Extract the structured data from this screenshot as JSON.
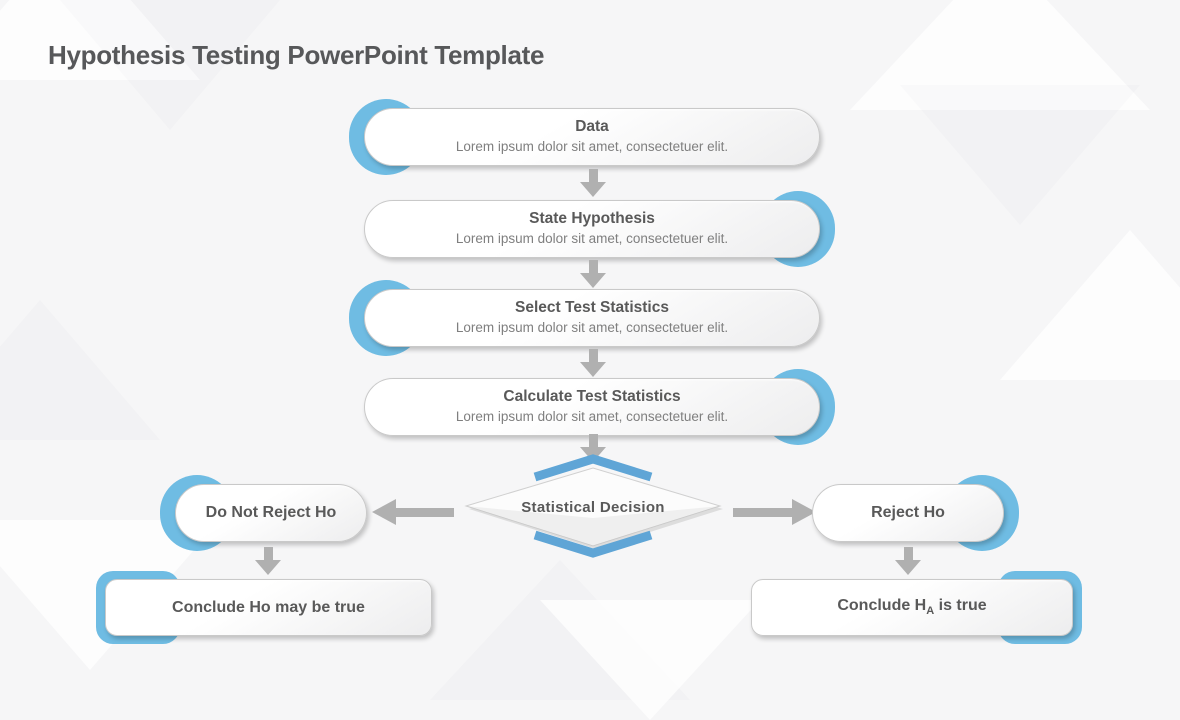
{
  "title": "Hypothesis Testing PowerPoint Template",
  "flow": {
    "steps": [
      {
        "label": "Data",
        "description": "Lorem ipsum dolor sit amet, consectetuer elit.",
        "accent_side": "left"
      },
      {
        "label": "State Hypothesis",
        "description": "Lorem ipsum dolor sit amet, consectetuer elit.",
        "accent_side": "right"
      },
      {
        "label": "Select Test Statistics",
        "description": "Lorem ipsum dolor sit amet, consectetuer elit.",
        "accent_side": "left"
      },
      {
        "label": "Calculate Test Statistics",
        "description": "Lorem ipsum dolor sit amet, consectetuer elit.",
        "accent_side": "right"
      }
    ],
    "decision": {
      "label": "Statistical Decision"
    },
    "outcomes": {
      "left": {
        "label": "Do Not Reject Ho",
        "conclusion": "Conclude Ho may be true"
      },
      "right": {
        "label": "Reject Ho",
        "conclusion_prefix": "Conclude H",
        "conclusion_subscript": "A",
        "conclusion_suffix": " is true"
      }
    }
  },
  "colors": {
    "accent_blue": "#6FBCE3",
    "chevron_blue": "#5FA5D6",
    "arrow_gray": "#B0B0B0",
    "heading_gray": "#595959",
    "body_gray": "#7F7F7F",
    "background": "#F6F6F7"
  }
}
